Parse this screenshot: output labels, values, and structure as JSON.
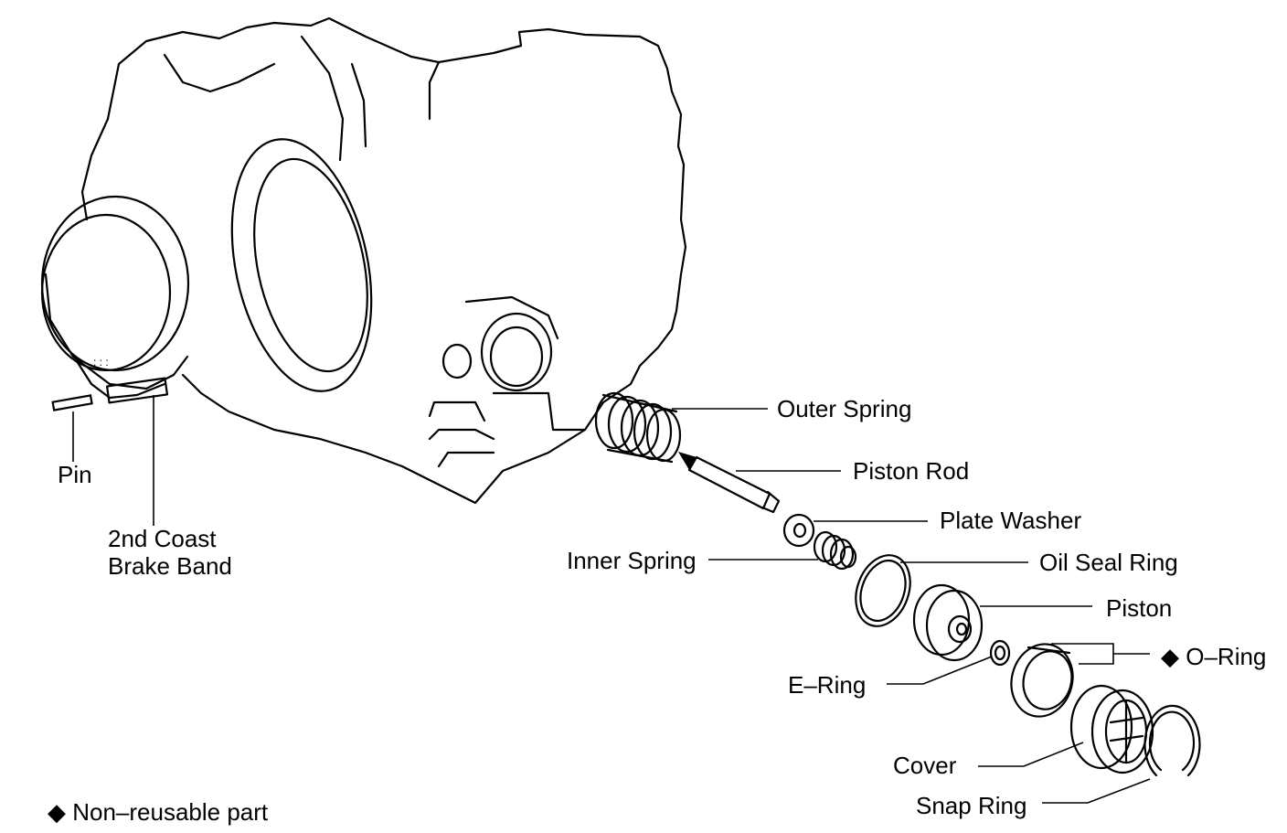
{
  "labels": {
    "outer_spring": "Outer Spring",
    "piston_rod": "Piston Rod",
    "plate_washer": "Plate Washer",
    "inner_spring": "Inner Spring",
    "oil_seal_ring": "Oil Seal Ring",
    "piston": "Piston",
    "o_ring": "O–Ring",
    "e_ring": "E–Ring",
    "cover": "Cover",
    "snap_ring": "Snap Ring",
    "pin": "Pin",
    "brake_band_line1": "2nd Coast",
    "brake_band_line2": "Brake Band"
  },
  "legend": {
    "symbol": "◆",
    "text": "Non–reusable part"
  },
  "markers": {
    "non_reusable_symbol": "◆"
  }
}
